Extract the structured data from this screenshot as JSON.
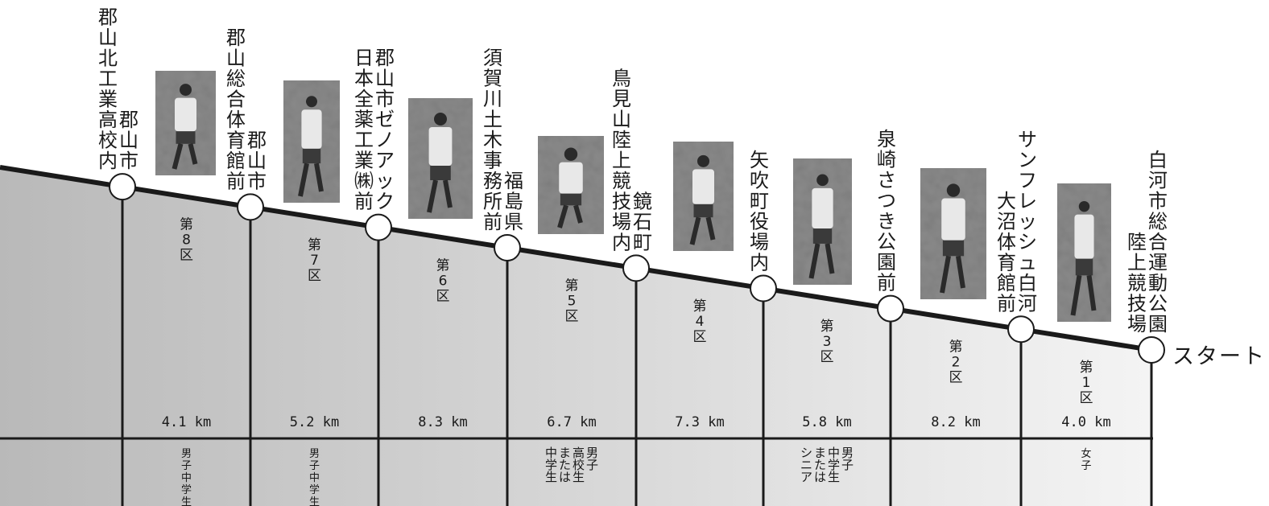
{
  "start_label": "スタート",
  "colors": {
    "line": "#1a1a1a",
    "checkpoint_fill": "#ffffff",
    "area_dark": "#b9b9b9",
    "area_light": "#f4f4f4",
    "photo": "#5a5a5a"
  },
  "checkpoints": [
    {
      "lines": [
        "郡山市",
        "郡山北工業高校内"
      ]
    },
    {
      "lines": [
        "郡山市",
        "郡山総合体育館前"
      ]
    },
    {
      "lines": [
        "郡山市ゼノアック",
        "日本全薬工業㈱前"
      ]
    },
    {
      "lines": [
        "福島県",
        "須賀川土木事務所前"
      ]
    },
    {
      "lines": [
        "鏡石町",
        "鳥見山陸上競技場内"
      ]
    },
    {
      "lines": [
        "矢吹町役場内"
      ]
    },
    {
      "lines": [
        "泉崎さつき公園前"
      ]
    },
    {
      "lines": [
        "サンフレッシュ白河",
        "大沼体育館前"
      ]
    },
    {
      "lines": [
        "白河市総合運動公園",
        "陸上競技場"
      ]
    }
  ],
  "stages": [
    {
      "label": "第8区",
      "distance": "4.1 km",
      "category": [
        "男子中学生"
      ]
    },
    {
      "label": "第7区",
      "distance": "5.2 km",
      "category": [
        "男子中学生"
      ]
    },
    {
      "label": "第6区",
      "distance": "8.3 km",
      "category": []
    },
    {
      "label": "第5区",
      "distance": "6.7 km",
      "category": [
        "男子",
        "高校生",
        "または",
        "中学生"
      ]
    },
    {
      "label": "第4区",
      "distance": "7.3 km",
      "category": []
    },
    {
      "label": "第3区",
      "distance": "5.8 km",
      "category": [
        "男子",
        "中学生",
        "または",
        "シニア"
      ]
    },
    {
      "label": "第2区",
      "distance": "8.2 km",
      "category": []
    },
    {
      "label": "第1区",
      "distance": "4.0 km",
      "category": [
        "女子"
      ]
    }
  ],
  "photos": [
    {
      "name": "runner-photo-8"
    },
    {
      "name": "runner-photo-7"
    },
    {
      "name": "runner-photo-6"
    },
    {
      "name": "runner-photo-5"
    },
    {
      "name": "runner-photo-4"
    },
    {
      "name": "runner-photo-3"
    },
    {
      "name": "runner-photo-2"
    },
    {
      "name": "runner-photo-1"
    }
  ]
}
